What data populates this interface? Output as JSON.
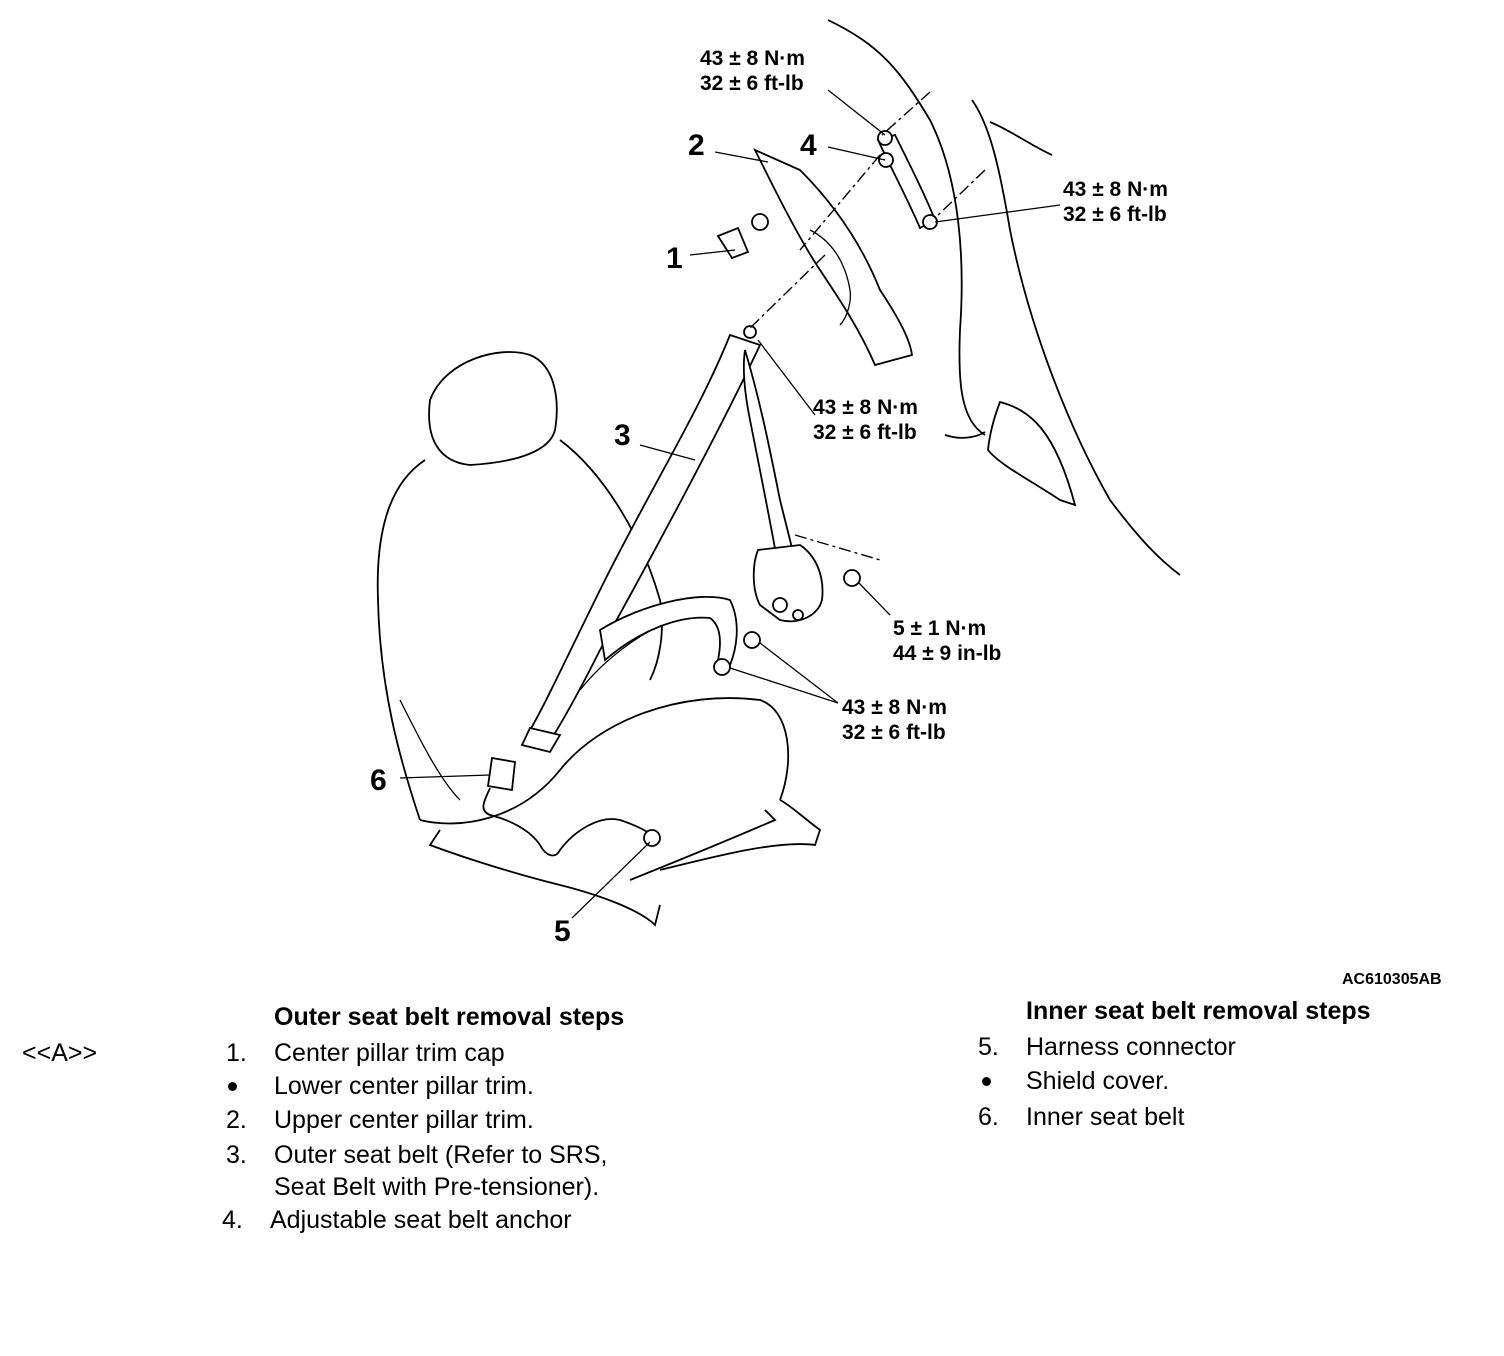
{
  "figure_code": "AC610305AB",
  "callouts": {
    "c1": "1",
    "c2": "2",
    "c3": "3",
    "c4": "4",
    "c5": "5",
    "c6": "6"
  },
  "torques": {
    "top_nm": "43 ± 8 N·m",
    "top_ft": "32 ± 6 ft-lb",
    "right_nm": "43 ± 8 N·m",
    "right_ft": "32 ± 6 ft-lb",
    "mid_nm": "43 ± 8 N·m",
    "mid_ft": "32 ± 6 ft-lb",
    "small_nm": "5 ± 1 N·m",
    "small_in": "44 ± 9 in-lb",
    "low_nm": "43 ± 8 N·m",
    "low_ft": "32 ± 6 ft-lb"
  },
  "outer": {
    "marker": "<<A>>",
    "title": "Outer seat belt removal steps",
    "steps": [
      {
        "num": "1.",
        "text": "Center pillar trim cap"
      },
      {
        "num": "",
        "text": "Lower center pillar trim."
      },
      {
        "num": "2.",
        "text": "Upper center pillar trim."
      },
      {
        "num": "3.",
        "text": "Outer seat belt (Refer to SRS,"
      },
      {
        "num": "",
        "text": "Seat Belt with Pre-tensioner)."
      },
      {
        "num": "4.",
        "text": "Adjustable seat belt anchor"
      }
    ]
  },
  "inner": {
    "title": "Inner seat belt removal steps",
    "steps": [
      {
        "num": "5.",
        "text": "Harness connector"
      },
      {
        "num": "",
        "text": "Shield cover."
      },
      {
        "num": "6.",
        "text": "Inner seat belt"
      }
    ]
  }
}
